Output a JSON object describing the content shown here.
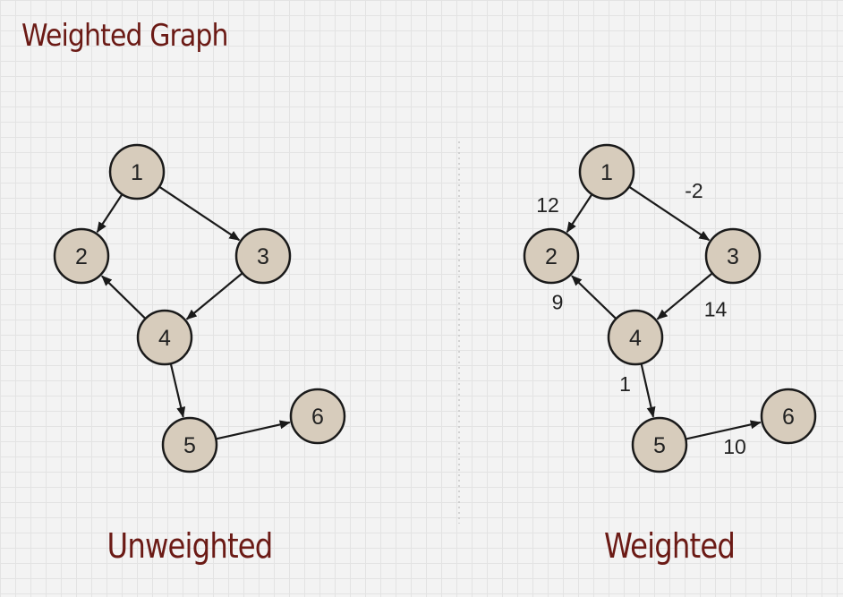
{
  "title": "Weighted Graph",
  "panels": [
    {
      "caption": "Unweighted",
      "nodes": [
        "1",
        "2",
        "3",
        "4",
        "5",
        "6"
      ],
      "edges": [
        {
          "from": "1",
          "to": "2",
          "weight": ""
        },
        {
          "from": "1",
          "to": "3",
          "weight": ""
        },
        {
          "from": "3",
          "to": "4",
          "weight": ""
        },
        {
          "from": "4",
          "to": "2",
          "weight": ""
        },
        {
          "from": "4",
          "to": "5",
          "weight": ""
        },
        {
          "from": "5",
          "to": "6",
          "weight": ""
        }
      ]
    },
    {
      "caption": "Weighted",
      "nodes": [
        "1",
        "2",
        "3",
        "4",
        "5",
        "6"
      ],
      "edges": [
        {
          "from": "1",
          "to": "2",
          "weight": "12"
        },
        {
          "from": "1",
          "to": "3",
          "weight": "-2"
        },
        {
          "from": "3",
          "to": "4",
          "weight": "14"
        },
        {
          "from": "4",
          "to": "2",
          "weight": "9"
        },
        {
          "from": "4",
          "to": "5",
          "weight": "1"
        },
        {
          "from": "5",
          "to": "6",
          "weight": "10"
        }
      ]
    }
  ],
  "colors": {
    "title": "#6b1a15",
    "node_fill": "#d7ccbc",
    "node_stroke": "#1a1a1a"
  }
}
